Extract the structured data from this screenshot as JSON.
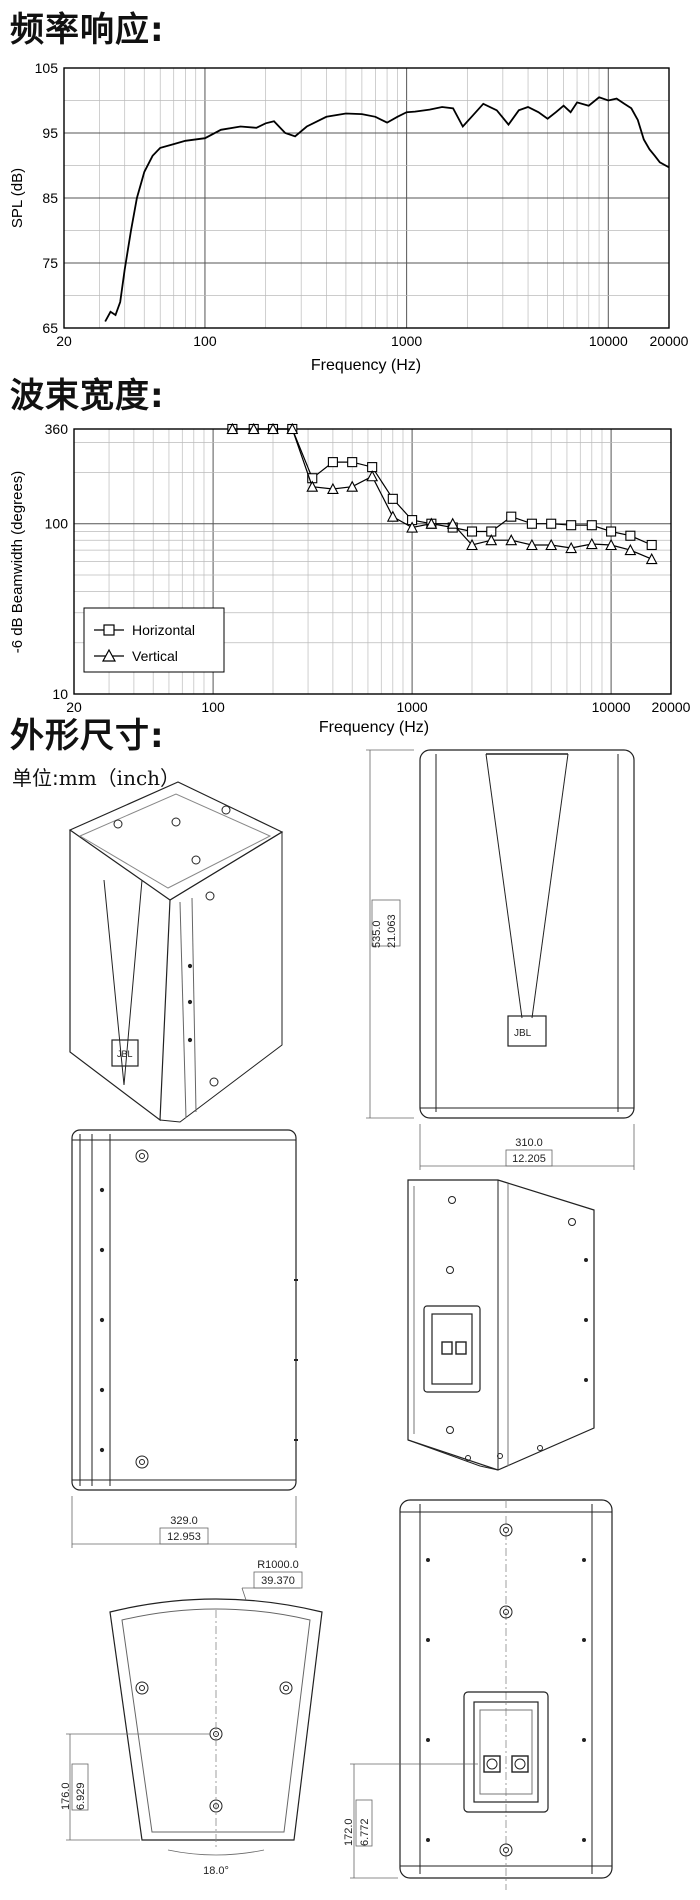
{
  "sections": {
    "freq_title": "频率响应:",
    "beam_title": "波束宽度:",
    "dim_title": "外形尺寸:",
    "unit_prefix": "单位:",
    "unit_value": "mm（inch）"
  },
  "chart_data": [
    {
      "type": "line",
      "xlabel": "Frequency (Hz)",
      "ylabel": "SPL (dB)",
      "x_scale": "log",
      "xlim": [
        20,
        20000
      ],
      "ylim": [
        65,
        105
      ],
      "grid": true,
      "xticks": [
        "20",
        "100",
        "1000",
        "10000",
        "20000"
      ],
      "yticks": [
        "65",
        "75",
        "85",
        "95",
        "105"
      ],
      "series": [
        {
          "x": [
            32,
            34,
            36,
            38,
            40,
            43,
            46,
            50,
            55,
            60,
            70,
            80,
            100,
            120,
            150,
            180,
            200,
            220,
            250,
            280,
            320,
            400,
            500,
            600,
            700,
            800,
            900,
            1000,
            1100,
            1300,
            1500,
            1700,
            1900,
            2100,
            2400,
            2800,
            3200,
            3600,
            4000,
            4500,
            5000,
            5500,
            6000,
            6500,
            7000,
            8000,
            9000,
            10000,
            11000,
            12000,
            13000,
            14000,
            15000,
            16000,
            17000,
            18000,
            20000
          ],
          "y": [
            66,
            67.5,
            67,
            69,
            74,
            80,
            85,
            89,
            91.5,
            92.7,
            93.3,
            93.8,
            94.2,
            95.5,
            96,
            95.8,
            96.5,
            96.8,
            95,
            94.5,
            96,
            97.5,
            98,
            97.9,
            97.5,
            96.6,
            97.5,
            98.2,
            98.3,
            98.6,
            99,
            98.8,
            96,
            97.5,
            99.5,
            98.5,
            96.3,
            98.5,
            99,
            98.2,
            97.2,
            98.2,
            99.2,
            98.2,
            99.7,
            99.2,
            100.5,
            100,
            100.3,
            99.5,
            98.8,
            97,
            94,
            92.5,
            91.5,
            90.5,
            89.7
          ]
        }
      ]
    },
    {
      "type": "line",
      "xlabel": "Frequency (Hz)",
      "ylabel": "-6 dB Beamwidth (degrees)",
      "x_scale": "log",
      "y_scale": "log",
      "xlim": [
        20,
        20000
      ],
      "ylim": [
        10,
        360
      ],
      "grid": true,
      "xticks": [
        "20",
        "100",
        "1000",
        "10000",
        "20000"
      ],
      "yticks": [
        "10",
        "100",
        "360"
      ],
      "legend": "bottom-left",
      "series": [
        {
          "name": "Horizontal",
          "marker": "square",
          "x": [
            125,
            160,
            200,
            250,
            315,
            400,
            500,
            630,
            800,
            1000,
            1250,
            1600,
            2000,
            2500,
            3150,
            4000,
            5000,
            6300,
            8000,
            10000,
            12500,
            16000
          ],
          "y": [
            360,
            360,
            360,
            360,
            185,
            230,
            230,
            215,
            140,
            105,
            100,
            95,
            90,
            90,
            110,
            100,
            100,
            98,
            98,
            90,
            85,
            75
          ]
        },
        {
          "name": "Vertical",
          "marker": "triangle",
          "x": [
            125,
            160,
            200,
            250,
            315,
            400,
            500,
            630,
            800,
            1000,
            1250,
            1600,
            2000,
            2500,
            3150,
            4000,
            5000,
            6300,
            8000,
            10000,
            12500,
            16000
          ],
          "y": [
            360,
            360,
            360,
            360,
            165,
            160,
            165,
            190,
            110,
            95,
            100,
            100,
            75,
            80,
            80,
            75,
            75,
            72,
            76,
            75,
            70,
            62
          ]
        }
      ]
    }
  ],
  "dimensions": {
    "front_height_mm": "535.0",
    "front_height_in": "21.063",
    "front_width_mm": "310.0",
    "front_width_in": "12.205",
    "side_depth_mm": "329.0",
    "side_depth_in": "12.953",
    "radius_mm": "R1000.0",
    "radius_in": "39.370",
    "top_dim_mm": "176.0",
    "top_dim_in": "6.929",
    "angle": "18.0°",
    "rear_dim_mm": "172.0",
    "rear_dim_in": "6.772"
  }
}
